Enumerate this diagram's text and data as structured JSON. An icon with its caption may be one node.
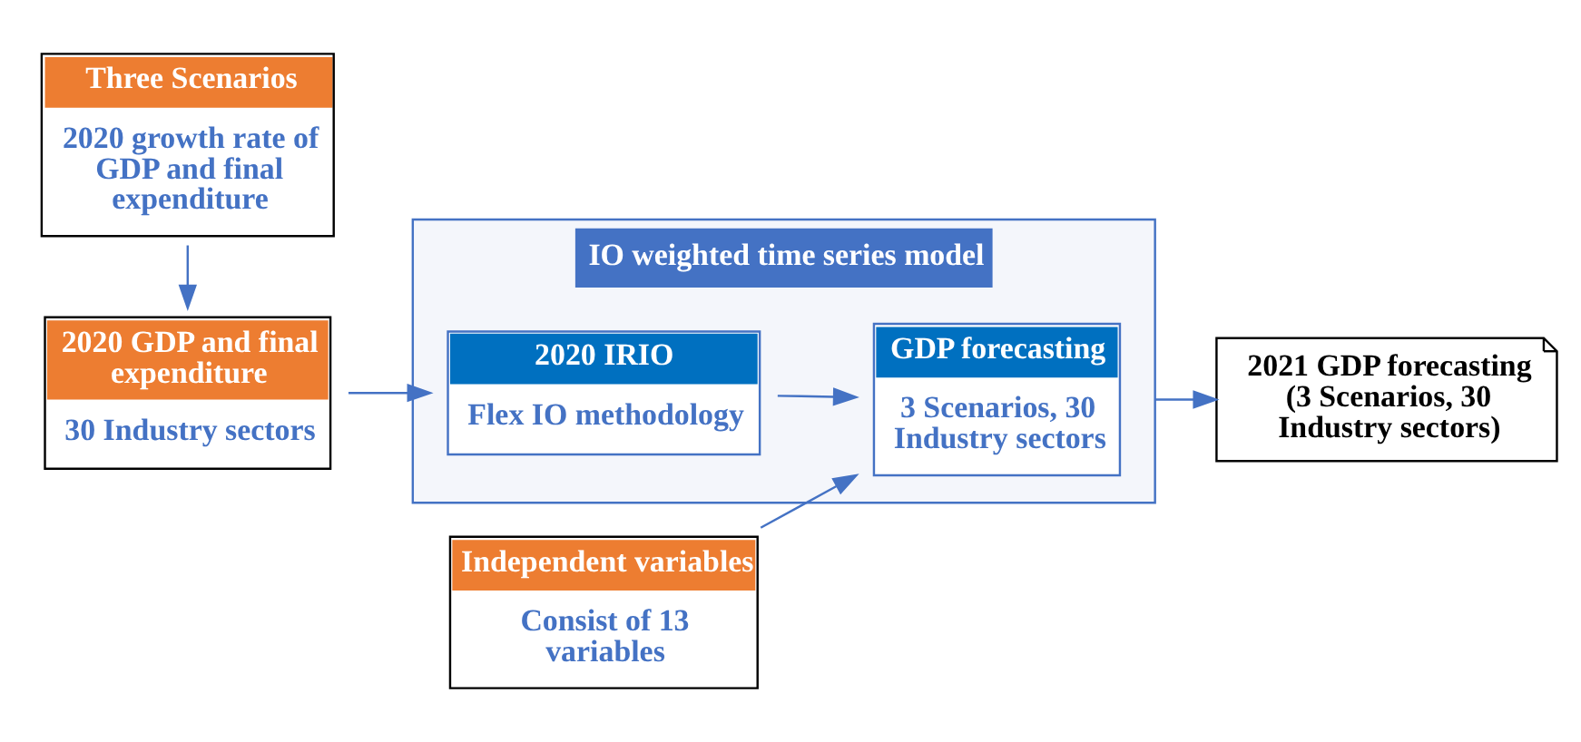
{
  "diagram": {
    "nodes": [
      {
        "text": [
          "Three Scenarios",
          "2020 growth rate of GDP and final expenditure"
        ]
      },
      {
        "text": [
          "2020 GDP and final expenditure",
          "30 Industry sectors"
        ]
      },
      {
        "text": [
          "IO weighted time series model"
        ]
      },
      {
        "text": [
          "2020 IRIO",
          "Flex IO methodology"
        ],
        "in": 2
      },
      {
        "text": [
          "GDP forecasting",
          "3 Scenarios, 30 Industry sectors"
        ],
        "in": 2
      },
      {
        "text": [
          "Independent variables",
          "Consist of 13 variables"
        ]
      },
      {
        "text": [
          "2021 GDP forecasting (3 Scenarios, 30 Industry sectors)"
        ]
      }
    ],
    "edges": [
      {
        "from": 0,
        "to": 1,
        "arrow": "to"
      },
      {
        "from": 1,
        "to": 3,
        "arrow": "to"
      },
      {
        "from": 3,
        "to": 4,
        "arrow": "to"
      },
      {
        "from": 5,
        "to": 4,
        "arrow": "to"
      },
      {
        "from": 2,
        "to": 6,
        "arrow": "to"
      }
    ]
  }
}
